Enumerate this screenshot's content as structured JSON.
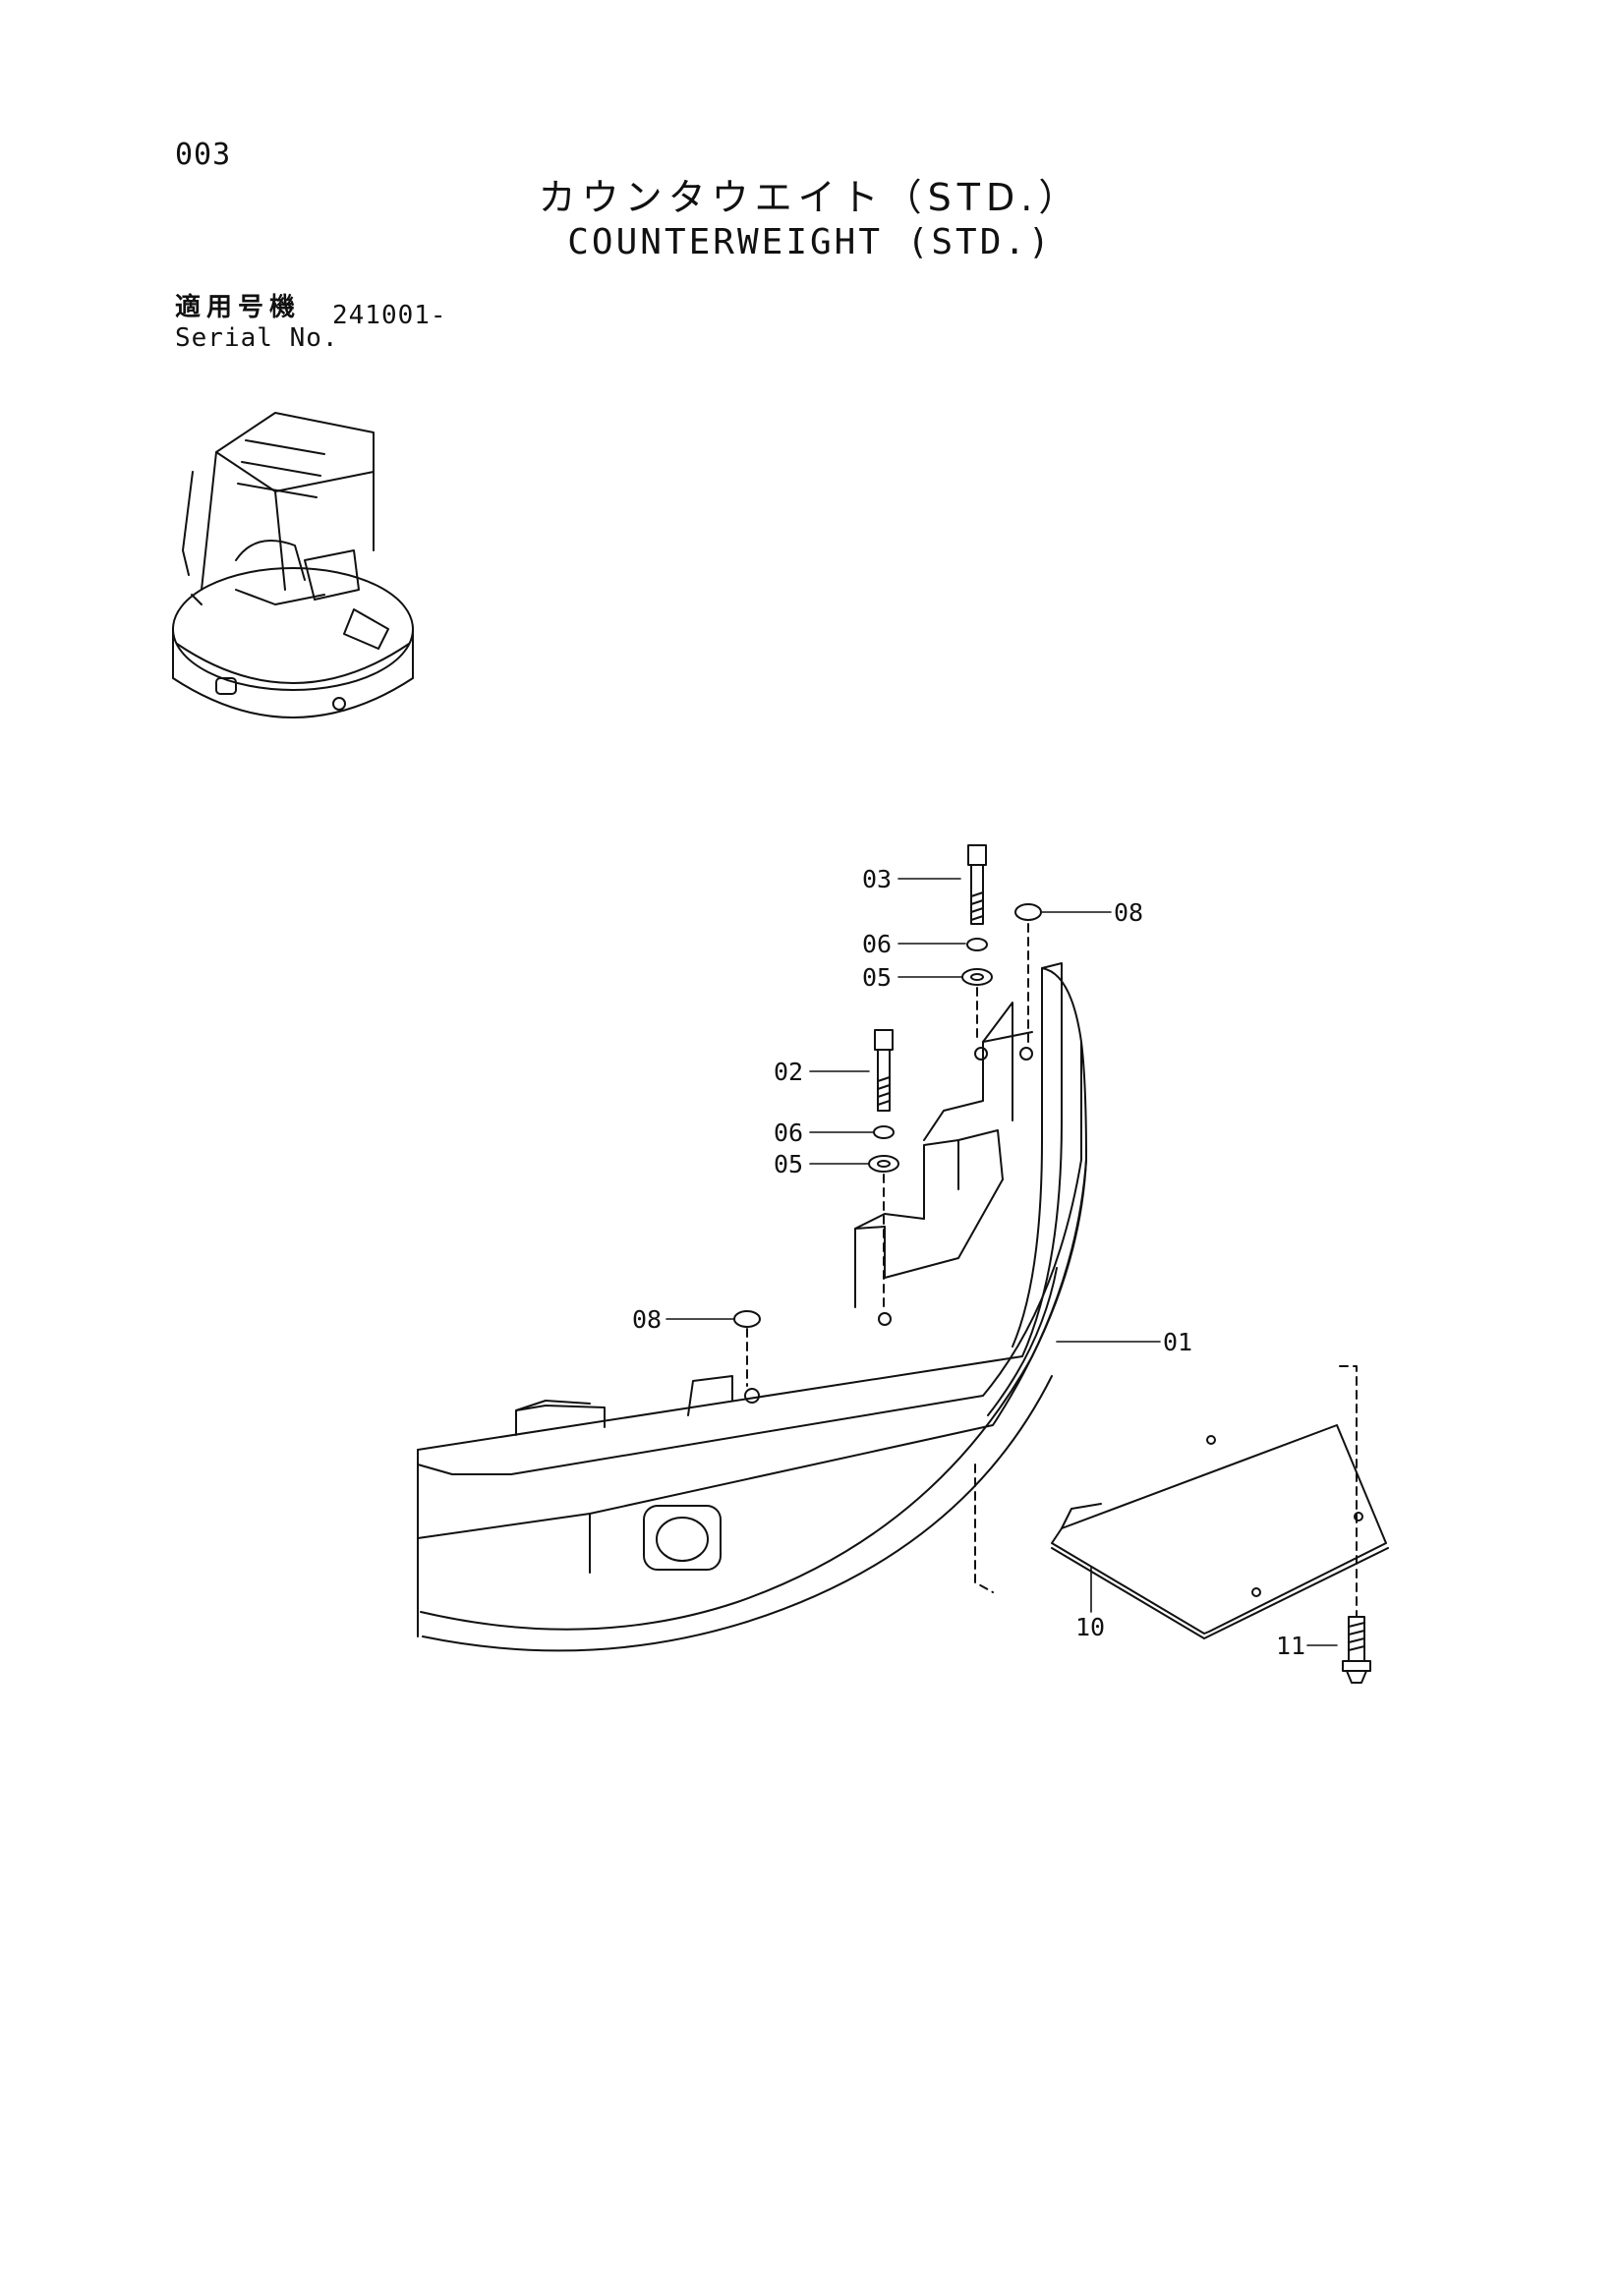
{
  "page": {
    "number": "003"
  },
  "title": {
    "japanese": "カウンタウエイト（STD.）",
    "english": "COUNTERWEIGHT (STD.)"
  },
  "serial": {
    "label_ja": "適用号機",
    "label_en": "Serial No.",
    "value": "241001-"
  },
  "callouts": {
    "c01": "01",
    "c02": "02",
    "c03": "03",
    "c05a": "05",
    "c05b": "05",
    "c06a": "06",
    "c06b": "06",
    "c08a": "08",
    "c08b": "08",
    "c10": "10",
    "c11": "11"
  }
}
